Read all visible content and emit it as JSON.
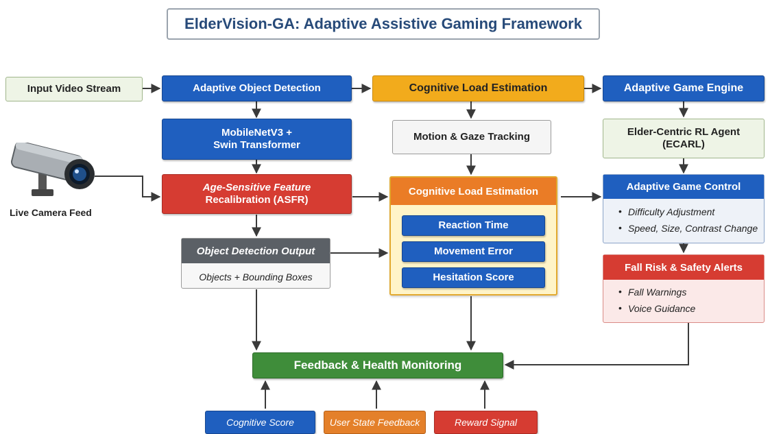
{
  "title": "ElderVision-GA: Adaptive Assistive Gaming Framework",
  "nodes": {
    "input_video": "Input Video Stream",
    "live_camera": "Live Camera Feed",
    "adaptive_detection": "Adaptive Object Detection",
    "backbone_l1": "MobileNetV3 +",
    "backbone_l2": "Swin Transformer",
    "asfr_l1": "Age-Sensitive Feature",
    "asfr_l2": "Recalibration (ASFR)",
    "detection_output_head": "Object Detection Output",
    "detection_output_body": "Objects + Bounding Boxes",
    "cog_load_top": "Cognitive Load Estimation",
    "motion_gaze": "Motion & Gaze Tracking",
    "cog_load_panel": "Cognitive Load Estimation",
    "reaction_time": "Reaction Time",
    "movement_error": "Movement Error",
    "hesitation_score": "Hesitation Score",
    "game_engine": "Adaptive Game Engine",
    "rl_agent_l1": "Elder-Centric RL Agent",
    "rl_agent_l2": "(ECARL)",
    "game_control": "Adaptive Game Control",
    "game_control_items": [
      "Difficulty Adjustment",
      "Speed, Size, Contrast Change"
    ],
    "fall_risk": "Fall Risk & Safety Alerts",
    "fall_risk_items": [
      "Fall Warnings",
      "Voice Guidance"
    ],
    "feedback": "Feedback & Health Monitoring",
    "cognitive_score": "Cognitive Score",
    "user_state": "User State Feedback",
    "reward_signal": "Reward Signal"
  },
  "colors": {
    "blue": "#1f5fbf",
    "orange": "#f2ab1c",
    "red": "#d63c32",
    "green": "#3f8d3a",
    "title_text": "#274a79",
    "arrow": "#3a3a3a"
  }
}
